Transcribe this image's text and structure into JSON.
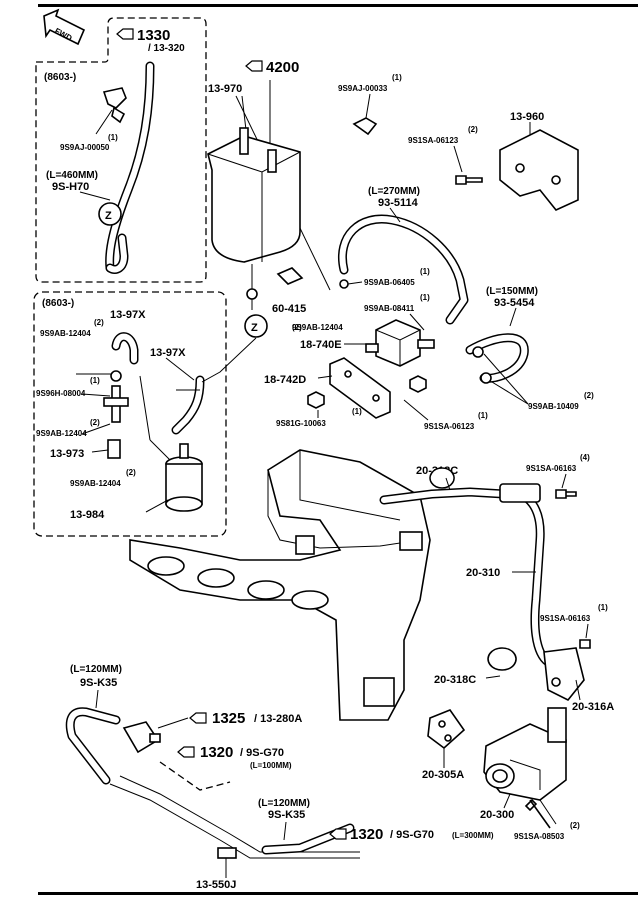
{
  "fwd": "FWD",
  "refs": {
    "r1330": {
      "num": "1330",
      "sub": "/ 13-320"
    },
    "r4200": {
      "num": "4200"
    },
    "r1325": {
      "num": "1325",
      "sub": "/ 13-280A"
    },
    "r1320a": {
      "num": "1320",
      "sub": "/ 9S-G70",
      "len": "(L=100MM)"
    },
    "r1320b": {
      "num": "1320",
      "sub": "/ 9S-G70",
      "len": "(L=300MM)"
    }
  },
  "box1": {
    "code": "(8603-)",
    "bolt_qty": "(1)",
    "bolt": "9S9AJ-00050",
    "hose_len": "(L=460MM)",
    "hose": "9S-H70"
  },
  "box2": {
    "code": "(8603-)",
    "p1_qty": "(2)",
    "p1": "9S9AB-12404",
    "p2": "13-97X",
    "p3": "13-97X",
    "p4_qty": "(1)",
    "p4": "9S96H-08004",
    "p5_qty": "(2)",
    "p5": "9S9AB-12404",
    "p6": "13-973",
    "p7_qty": "(2)",
    "p7": "9S9AB-12404",
    "p8": "13-984"
  },
  "main": {
    "canister": "13-970",
    "clip_qty": "(1)",
    "clip": "9S9AJ-00033",
    "bracket": "13-960",
    "bolt_qty": "(2)",
    "bolt": "9S1SA-06123",
    "hose1_len": "(L=270MM)",
    "hose1": "93-5114",
    "c1_qty": "(1)",
    "c1": "9S9AB-06405",
    "c2_qty": "(1)",
    "c2": "9S9AB-08411",
    "valve": "18-740E",
    "hose2_len": "(L=150MM)",
    "hose2": "93-5454",
    "c3_qty": "(2)",
    "c3": "9S9AB-10409",
    "c4_qty": "(2)",
    "c4": "9S9AB-12404",
    "cap": "60-415",
    "plate": "18-742D",
    "nut_qty": "(1)",
    "nut": "9S81G-10063",
    "bolt2_qty": "(1)",
    "bolt2": "9S1SA-06123",
    "gasket1": "20-318C",
    "bolt3_qty": "(4)",
    "bolt3": "9S1SA-06163",
    "pipe": "20-310",
    "bolt4_qty": "(1)",
    "bolt4": "9S1SA-06163",
    "gasket2": "20-318C",
    "flange": "20-316A",
    "gasket3": "20-305A",
    "egr": "20-300",
    "bolt5_qty": "(2)",
    "bolt5": "9S1SA-08503",
    "hose3_len": "(L=120MM)",
    "hose3": "9S-K35",
    "hose4_len": "(L=120MM)",
    "hose4": "9S-K35",
    "pipe2": "13-550J"
  }
}
